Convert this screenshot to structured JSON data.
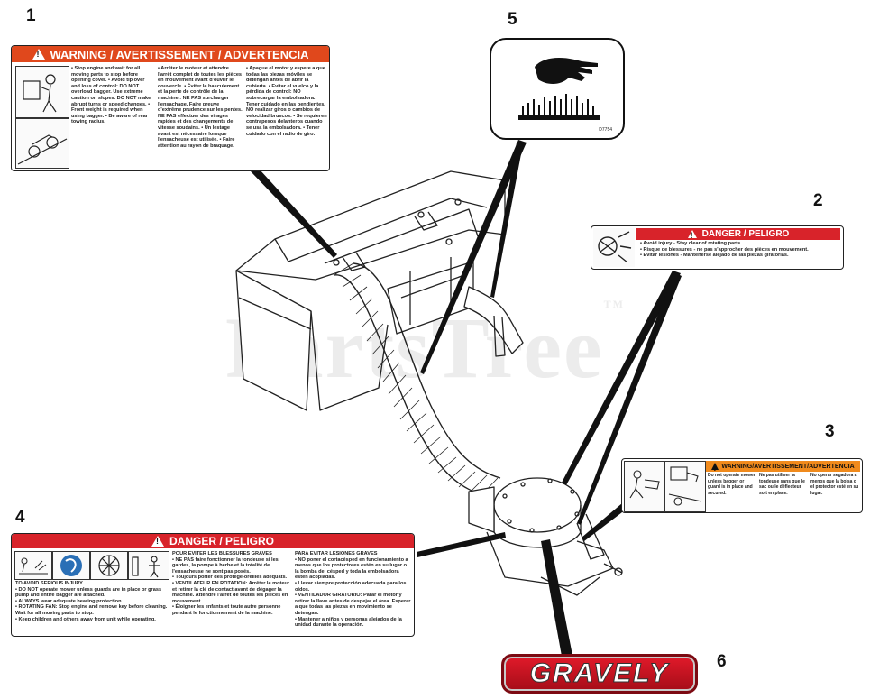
{
  "callouts": [
    "1",
    "2",
    "3",
    "4",
    "5",
    "6"
  ],
  "watermark": {
    "text": "PartsTree",
    "mark": "TM"
  },
  "label1": {
    "header": "WARNING / AVERTISSEMENT / ADVERTENCIA",
    "header_color": "#e0481c",
    "col_en": "• Stop engine and wait for all moving parts to stop before opening cover. • Avoid tip over and loss of control: DO NOT overload bagger. Use extreme caution on slopes. DO NOT make abrupt turns or speed changes. • Front weight is required when using bagger. • Be aware of rear towing radius.",
    "col_fr": "• Arrêter le moteur et attendre l'arrêt complet de toutes les pièces en mouvement avant d'ouvrir le couvercle. • Éviter le basculement et la perte de contrôle de la machine : NE PAS surcharger l'ensachage. Faire preuve d'extrême prudence sur les pentes. NE PAS effectuer des virages rapides et des changements de vitesse soudains. • Un lestage avant est nécessaire lorsque l'ensacheuse est utilisée. • Faire attention au rayon de braquage.",
    "col_es": "• Apague el motor y espere a que todas las piezas móviles se detengan antes de abrir la cubierta. • Evitar el vuelco y la pérdida de control: NO sobrecargar la embolsadora. Tener cuidado en las pendientes. NO realizar giros o cambios de velocidad bruscos. • Se requieren contrapesos delanteros cuando se usa la embolsadora. • Tener cuidado con el radio de giro."
  },
  "label2": {
    "header": "DANGER / PELIGRO",
    "header_color": "#d8232a",
    "lines": [
      "• Avoid injury - Stay clear of rotating parts.",
      "• Risque de blessures - ne pas s'approcher des pièces en mouvement.",
      "• Evitar lesiones - Mantenerse alejado de las piezas giratorias."
    ]
  },
  "label3": {
    "header": "WARNING/AVERTISSEMENT/ADVERTENCIA",
    "header_color": "#f08a1c",
    "col_en": "Do not operate mower unless bagger or guard is in place and secured.",
    "col_fr": "Ne pas utiliser la tondeuse sans que le sac ou le déflecteur soit en place.",
    "col_es": "No operar segadora a menos que la bolsa o el protector esté en su lugar."
  },
  "label4": {
    "header": "DANGER / PELIGRO",
    "header_color": "#d8232a",
    "en_title": "TO AVOID SERIOUS INJURY",
    "en_lines": [
      "• DO NOT operate mower unless guards are in place or grass pump and entire bagger are attached.",
      "• ALWAYS wear adequate hearing protection.",
      "• ROTATING FAN: Stop engine and remove key before cleaning. Wait for all moving parts to stop.",
      "• Keep children and others away from unit while operating."
    ],
    "fr_title": "POUR ÉVITER LES BLESSURES GRAVES",
    "fr_lines": [
      "• NE PAS faire fonctionner la tondeuse si les gardes, la pompe à herbe et la totalité de l'ensacheuse ne sont pas posés.",
      "• Toujours porter des protège-oreilles adéquats.",
      "• VENTILATEUR EN ROTATION: Arrêter le moteur et retirer la clé de contact avant de dégager la machine. Attendre l'arrêt de toutes les pièces en mouvement.",
      "• Éloigner les enfants et toute autre personne pendant le fonctionnement de la machine."
    ],
    "es_title": "PARA EVITAR LESIONES GRAVES",
    "es_lines": [
      "• NO poner el cortacésped en funcionamiento a menos que los protectores estén en su lugar o la bomba del césped y toda la embolsadora estén acopladas.",
      "• Llevar siempre protección adecuada para los oídos.",
      "• VENTILADOR GIRATORIO: Parar el motor y retirar la llave antes de despejar el área. Esperar a que todas las piezas en movimiento se detengan.",
      "• Mantener a niños y personas alejados de la unidad durante la operación."
    ]
  },
  "label5": {
    "code": "D7754"
  },
  "logo": {
    "text": "GRAVELY",
    "color": "#d11a28"
  }
}
